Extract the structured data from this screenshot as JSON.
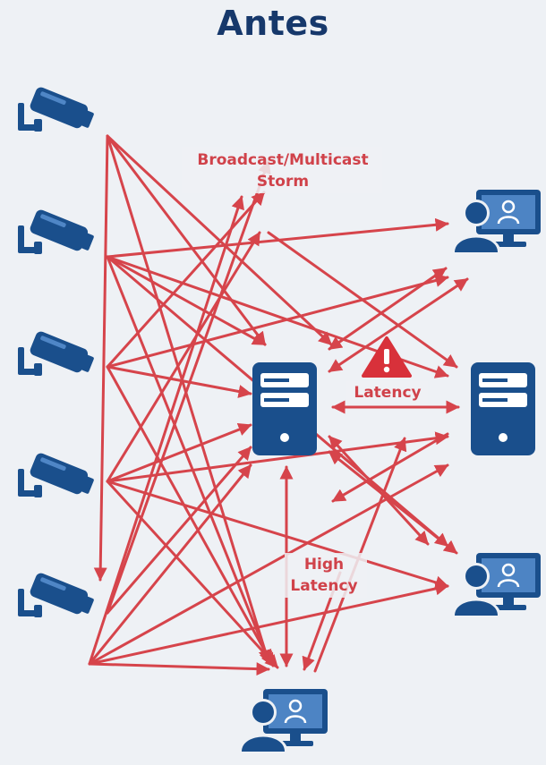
{
  "title": "Antes",
  "labels": {
    "storm_line1": "Broadcast/Multicast",
    "storm_line2": "Storm",
    "latency": "Latency",
    "high_line1": "High",
    "high_line2": "Latency"
  },
  "nodes": {
    "cameras": [
      "camera-1",
      "camera-2",
      "camera-3",
      "camera-4",
      "camera-5"
    ],
    "servers": [
      "server-center",
      "server-right"
    ],
    "workstations": [
      "workstation-top-right",
      "workstation-mid-right",
      "workstation-bottom"
    ]
  },
  "colors": {
    "node_blue": "#1a4f8c",
    "arrow_red": "#d6444b",
    "title_navy": "#16386b",
    "background": "#eef1f5",
    "warning_red": "#d8313a"
  },
  "icons": {
    "camera": "cctv-camera-icon",
    "server": "server-tower-icon",
    "workstation": "user-computer-icon",
    "warning": "warning-triangle-icon"
  }
}
